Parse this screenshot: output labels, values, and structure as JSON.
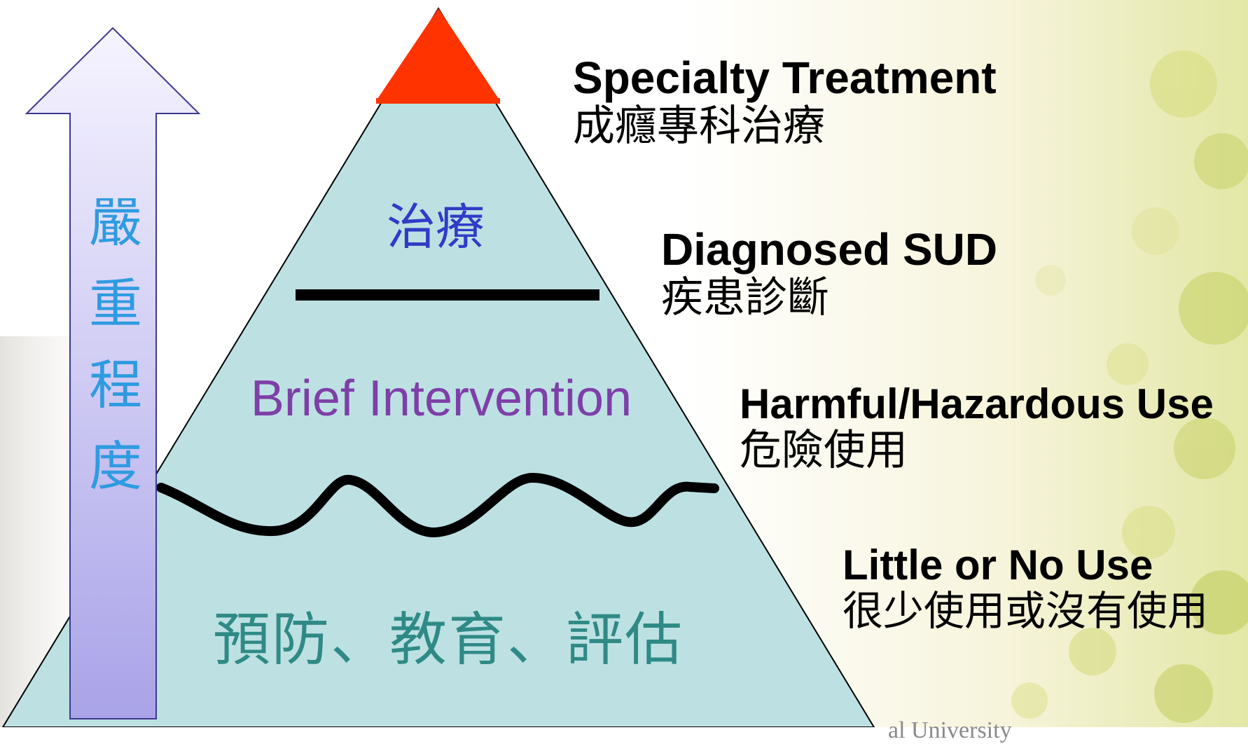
{
  "colors": {
    "pyramid_fill": "#BDE1E3",
    "apex_fill": "#FF3300",
    "arrow_fill_top": "#F6F4FF",
    "arrow_fill_bottom": "#A9A3E8",
    "arrow_stroke": "#3D3A8E",
    "severity_text": "#2F9BE0",
    "top_layer_text": "#2E3CC7",
    "mid_layer_text": "#7E3FA8",
    "base_layer_text": "#2F8A86",
    "divider": "#000000"
  },
  "pyramid": {
    "top_layer_label": "治療",
    "mid_layer_label": "Brief Intervention",
    "base_layer_label": "預防、教育、評估"
  },
  "severity_arrow": {
    "label_chars": [
      "嚴",
      "重",
      "程",
      "度"
    ]
  },
  "levels": [
    {
      "en": "Specialty Treatment",
      "zh": "成癮專科治療"
    },
    {
      "en": "Diagnosed SUD",
      "zh": "疾患診斷"
    },
    {
      "en": "Harmful/Hazardous Use",
      "zh": "危險使用"
    },
    {
      "en": "Little or No Use",
      "zh": "很少使用或沒有使用"
    }
  ],
  "watermark": "al University"
}
